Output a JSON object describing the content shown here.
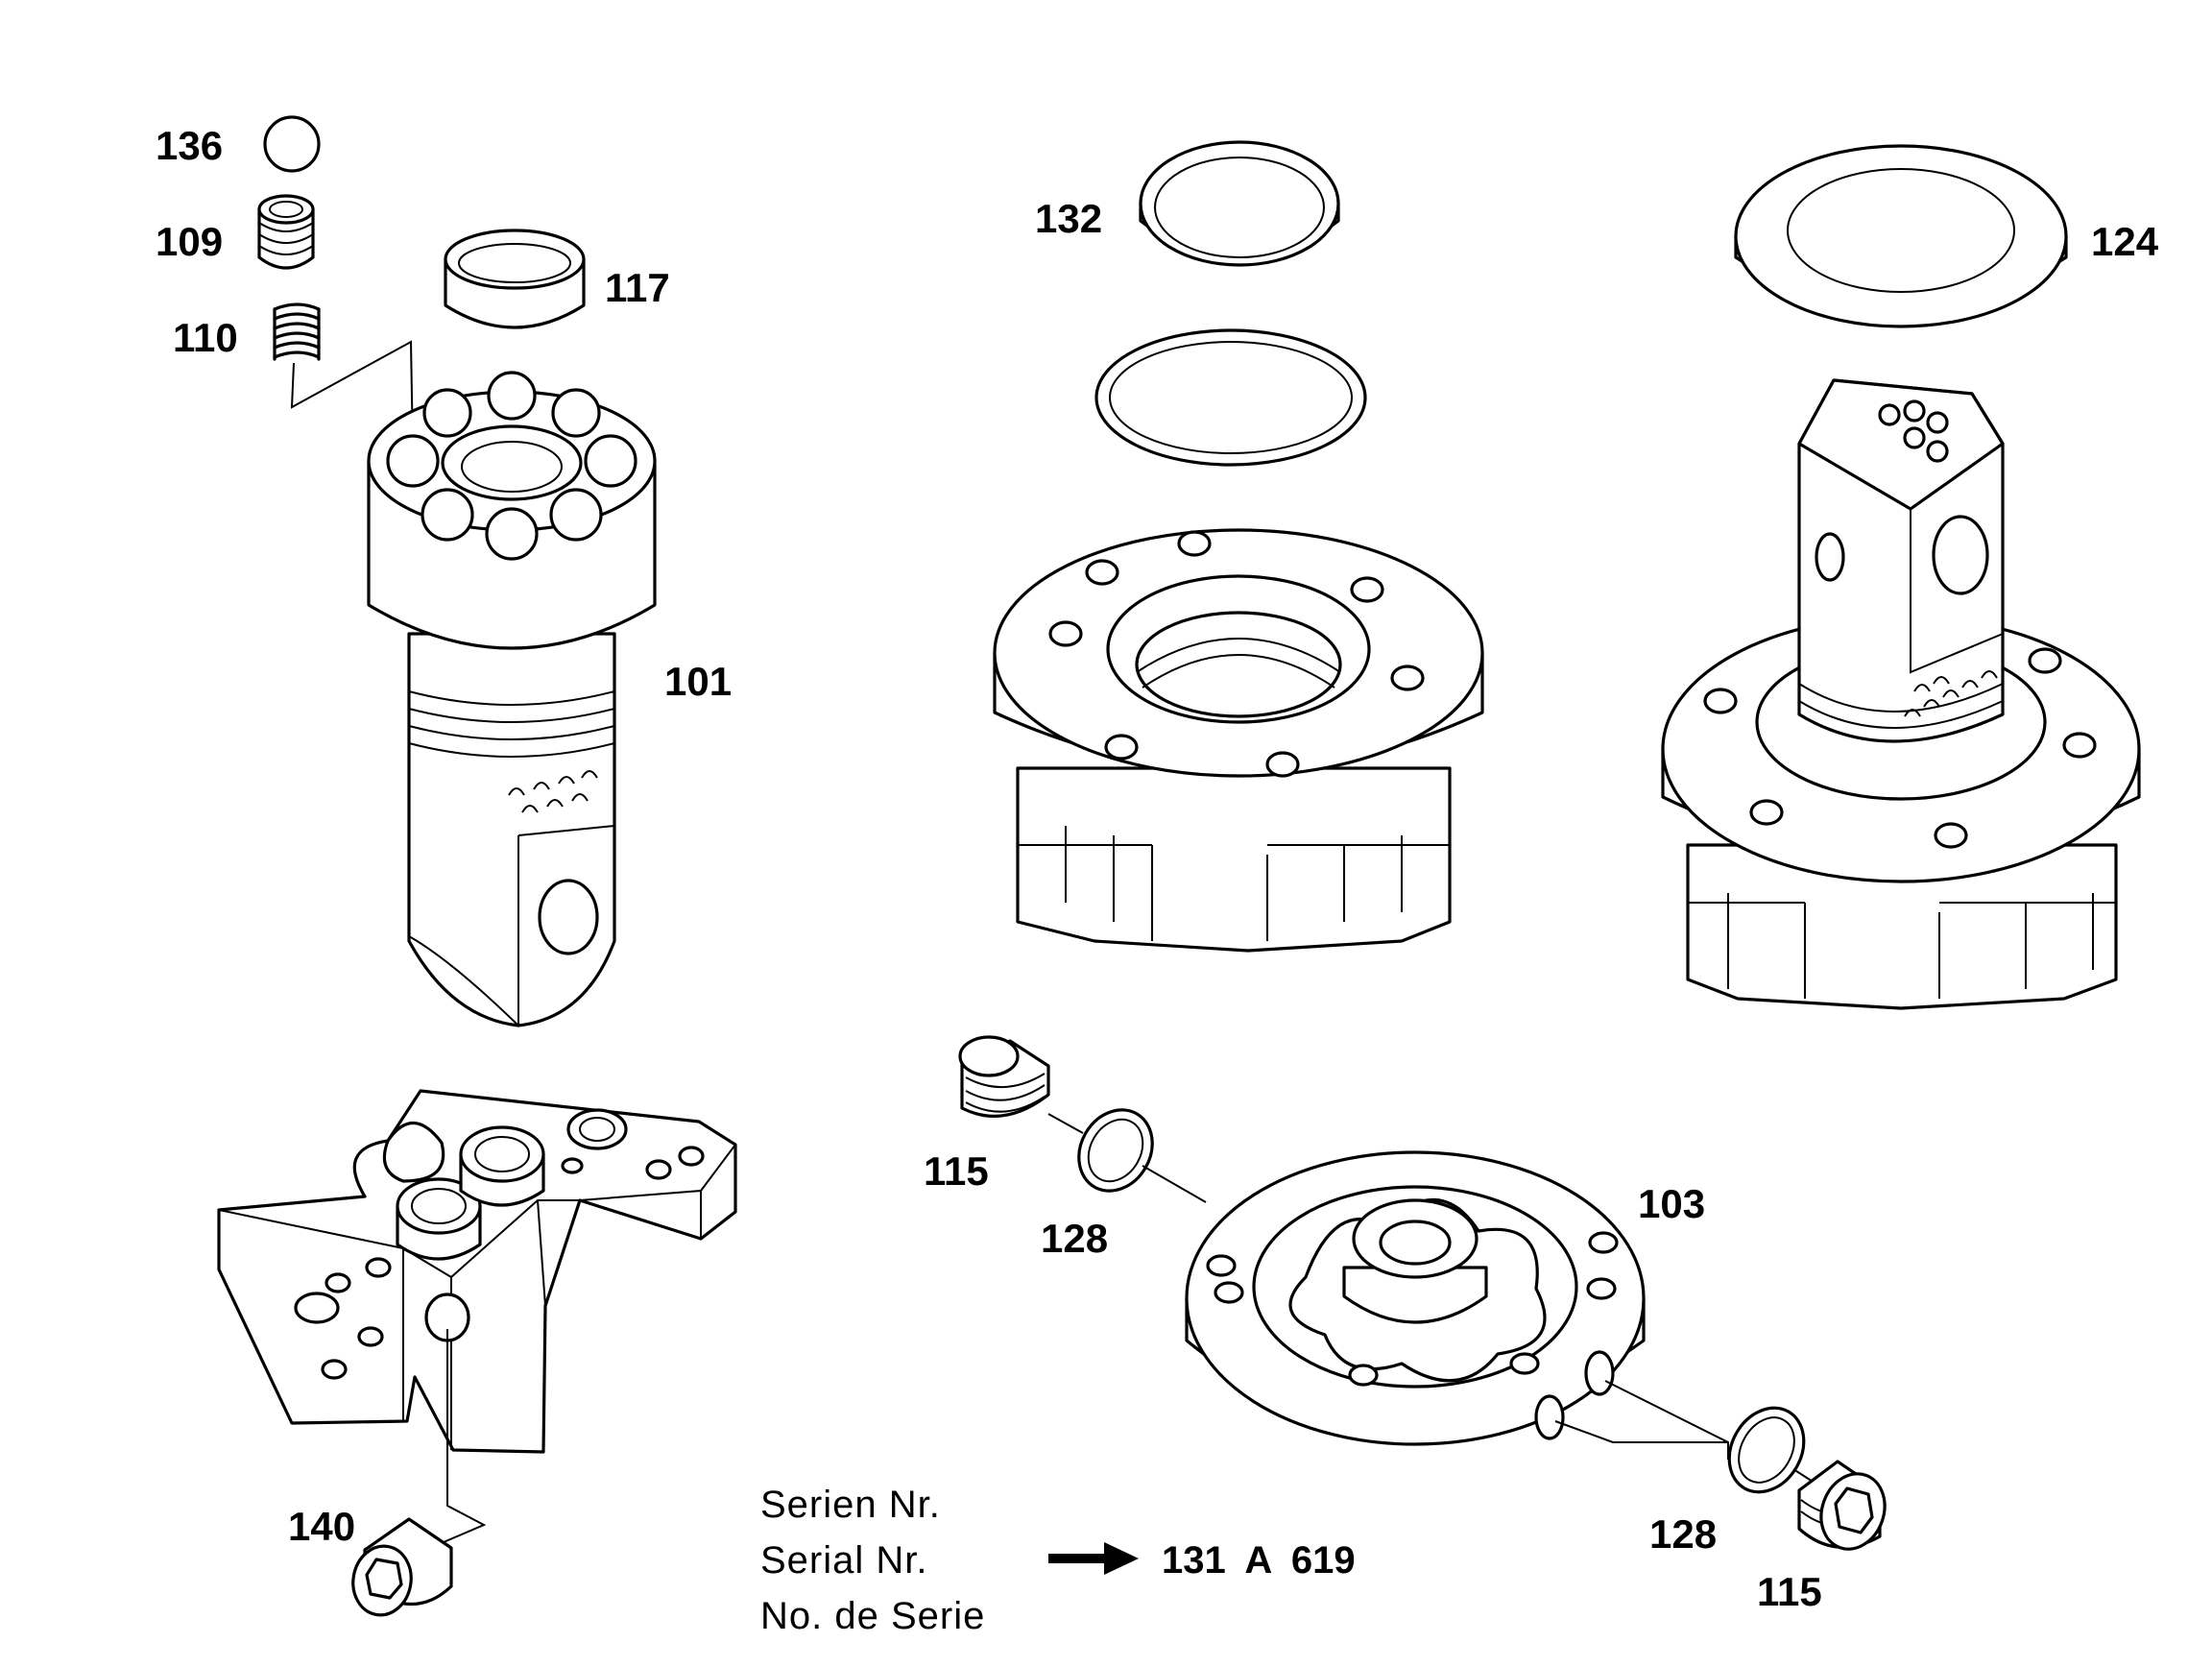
{
  "labels": {
    "p136": "136",
    "p109": "109",
    "p110": "110",
    "p117": "117",
    "p101": "101",
    "p132": "132",
    "p124": "124",
    "p115a": "115",
    "p128a": "128",
    "p103": "103",
    "p128b": "128",
    "p115b": "115",
    "p140": "140"
  },
  "serial": {
    "line1": "Serien Nr.",
    "line2": "Serial Nr.",
    "line3": "No. de Serie",
    "number": "131 A 619"
  }
}
